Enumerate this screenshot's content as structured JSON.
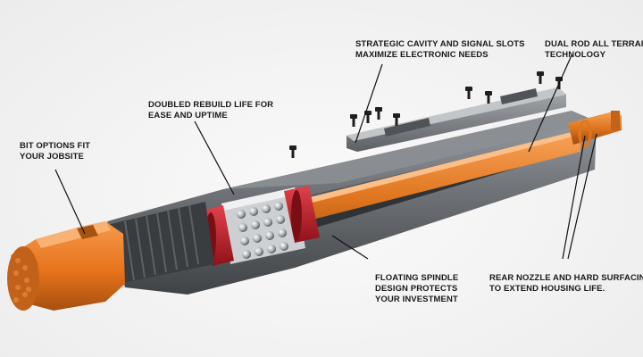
{
  "colors": {
    "background": "#f3f3f3",
    "housing": "#6e7276",
    "housing_dark": "#3f4346",
    "rod_orange": "#e0761f",
    "bit_orange": "#e8731c",
    "bearing_red": "#c8202c",
    "bolt": "#1f1f1f",
    "leader": "#111111"
  },
  "callouts": [
    {
      "id": "bit-options",
      "lines": [
        "BIT OPTIONS FIT",
        "YOUR JOBSITE"
      ]
    },
    {
      "id": "doubled-rebuild",
      "lines": [
        "DOUBLED REBUILD LIFE FOR",
        "EASE AND UPTIME"
      ]
    },
    {
      "id": "strategic-cavity",
      "lines": [
        "STRATEGIC CAVITY AND SIGNAL SLOTS",
        "MAXIMIZE ELECTRONIC NEEDS"
      ]
    },
    {
      "id": "dual-rod",
      "lines": [
        "DUAL ROD ALL TERRAIN",
        "TECHNOLOGY"
      ]
    },
    {
      "id": "floating-spindle",
      "lines": [
        "FLOATING SPINDLE",
        "DESIGN PROTECTS",
        "YOUR INVESTMENT"
      ]
    },
    {
      "id": "rear-nozzle",
      "lines": [
        "REAR NOZZLE AND HARD SURFACING",
        "TO EXTEND HOUSING LIFE."
      ]
    }
  ]
}
